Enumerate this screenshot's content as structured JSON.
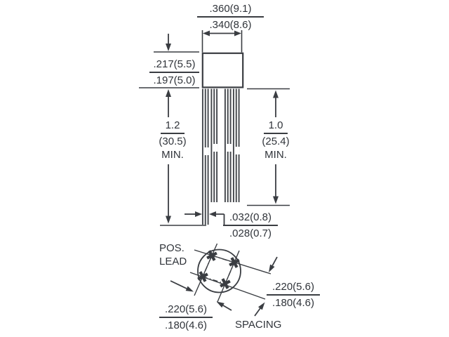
{
  "diagram": {
    "type": "package-outline-dimension-drawing",
    "views": [
      "side-view",
      "bottom-view"
    ],
    "colors": {
      "line": "#3a3d42",
      "text": "#30343a",
      "background": "#ffffff"
    }
  },
  "top_view": {
    "width_dim": {
      "max": ".360(9.1)",
      "min": ".340(8.6)"
    },
    "height_dim": {
      "max": ".217(5.5)",
      "min": ".197(5.0)"
    },
    "long_lead_dim": {
      "value": "1.2",
      "alt": "(30.5)",
      "suffix": "MIN."
    },
    "short_lead_dim": {
      "value": "1.0",
      "alt": "(25.4)",
      "suffix": "MIN."
    },
    "lead_width_dim": {
      "max": ".032(0.8)",
      "min": ".028(0.7)"
    }
  },
  "bottom_view": {
    "pos_lead": {
      "line1": "POS.",
      "line2": "LEAD"
    },
    "lead_spacing_right": {
      "max": ".220(5.6)",
      "min": ".180(4.6)"
    },
    "lead_spacing_bottom": {
      "max": ".220(5.6)",
      "min": ".180(4.6)"
    },
    "spacing_label": "SPACING"
  }
}
